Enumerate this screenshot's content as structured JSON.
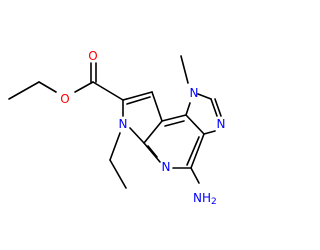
{
  "colors": {
    "background": "#ffffff",
    "bond": "#000000",
    "oxygen": "#ff0000",
    "nitrogen": "#0000ff",
    "carbon": "#000000"
  },
  "labels": {
    "o_carbonyl": "O",
    "o_ester": "O",
    "n_imidazole_methyl": "N",
    "n_imidazole": "N",
    "n_pyrrole": "N",
    "n_pyridine": "N",
    "nh2": "NH",
    "nh2_sub": "2"
  }
}
